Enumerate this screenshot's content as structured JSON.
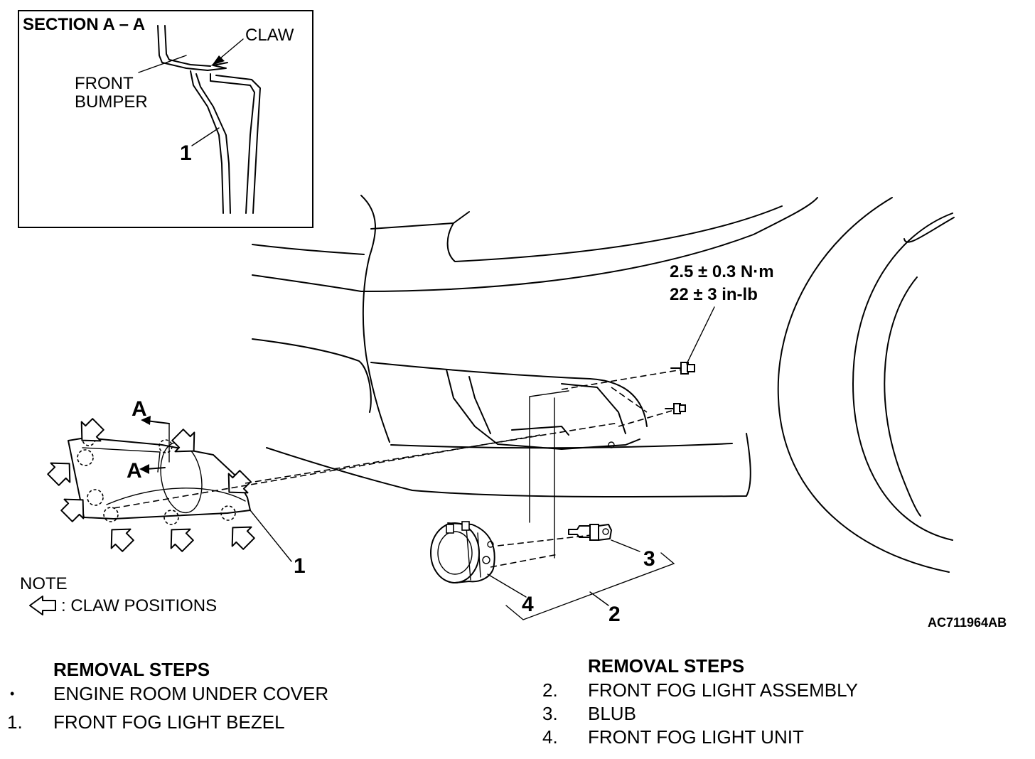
{
  "section": {
    "title": "SECTION A – A",
    "claw": "CLAW",
    "front": "FRONT",
    "bumper": "BUMPER",
    "part_1": "1"
  },
  "markers": {
    "a_top": "A",
    "a_bottom": "A"
  },
  "torque": {
    "metric": "2.5 ± 0.3 N·m",
    "imperial": "22 ± 3 in-lb"
  },
  "callouts": {
    "bezel": "1",
    "assembly": "2",
    "bulb": "3",
    "unit": "4"
  },
  "note": {
    "title": "NOTE",
    "legend": ": CLAW POSITIONS"
  },
  "figure_code": "AC711964AB",
  "removal_left": {
    "heading": "REMOVAL STEPS",
    "steps": [
      {
        "marker": "•",
        "text": "ENGINE ROOM UNDER COVER"
      },
      {
        "marker": "1.",
        "text": "FRONT FOG  LIGHT BEZEL"
      }
    ]
  },
  "removal_right": {
    "heading": "REMOVAL STEPS",
    "steps": [
      {
        "marker": "2.",
        "text": "FRONT FOG  LIGHT ASSEMBLY"
      },
      {
        "marker": "3.",
        "text": "BLUB"
      },
      {
        "marker": "4.",
        "text": "FRONT FOG  LIGHT UNIT"
      }
    ]
  }
}
